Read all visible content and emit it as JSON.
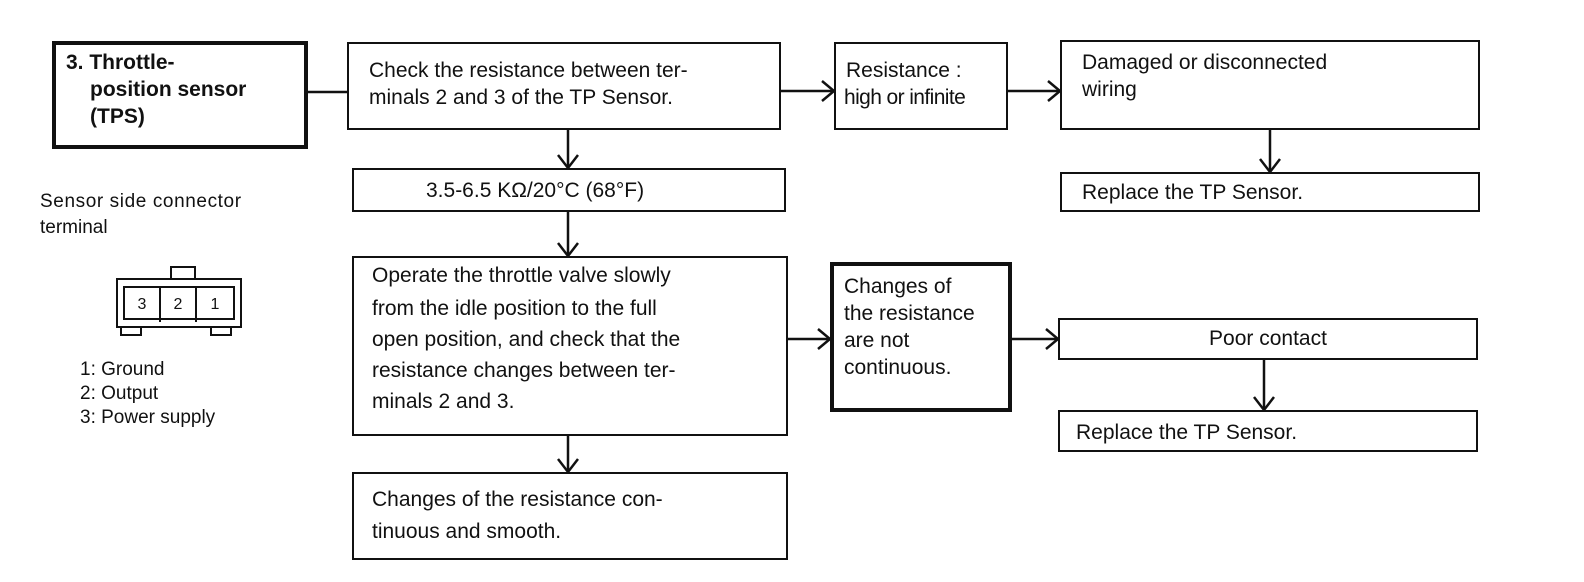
{
  "title": {
    "lines": [
      "3. Throttle-",
      "position sensor",
      "(TPS)"
    ]
  },
  "sidebar": {
    "caption_lines": [
      "Sensor side connector",
      "terminal"
    ],
    "pins": [
      "3",
      "2",
      "1"
    ],
    "legend": [
      "1: Ground",
      "2: Output",
      "3: Power supply"
    ]
  },
  "boxes": {
    "check_resistance": [
      "Check the resistance between ter-",
      "minals 2 and 3 of the TP Sensor."
    ],
    "resistance_high": [
      "Resistance :",
      "high or infinite"
    ],
    "damaged_wiring": [
      "Damaged or disconnected",
      "wiring"
    ],
    "replace_1": "Replace the TP Sensor.",
    "spec": "3.5-6.5 KΩ/20°C (68°F)",
    "operate_throttle": [
      "Operate the throttle valve slowly",
      "from the idle position to the full",
      "open position, and check that the",
      "resistance changes between ter-",
      "minals 2 and 3."
    ],
    "not_continuous": [
      "Changes of",
      "the resistance",
      "are not",
      "continuous."
    ],
    "poor_contact": "Poor contact",
    "replace_2": "Replace the  TP Sensor.",
    "continuous_smooth": [
      "Changes of the resistance con-",
      "tinuous and smooth."
    ]
  }
}
